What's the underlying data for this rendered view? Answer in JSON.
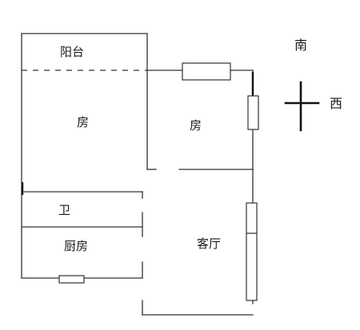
{
  "rooms": {
    "balcony": "阳台",
    "bedroom_left": "房",
    "bedroom_right": "房",
    "bathroom": "卫",
    "kitchen": "厨房",
    "living_room": "客厅"
  },
  "compass": {
    "south": "南",
    "west": "西"
  }
}
